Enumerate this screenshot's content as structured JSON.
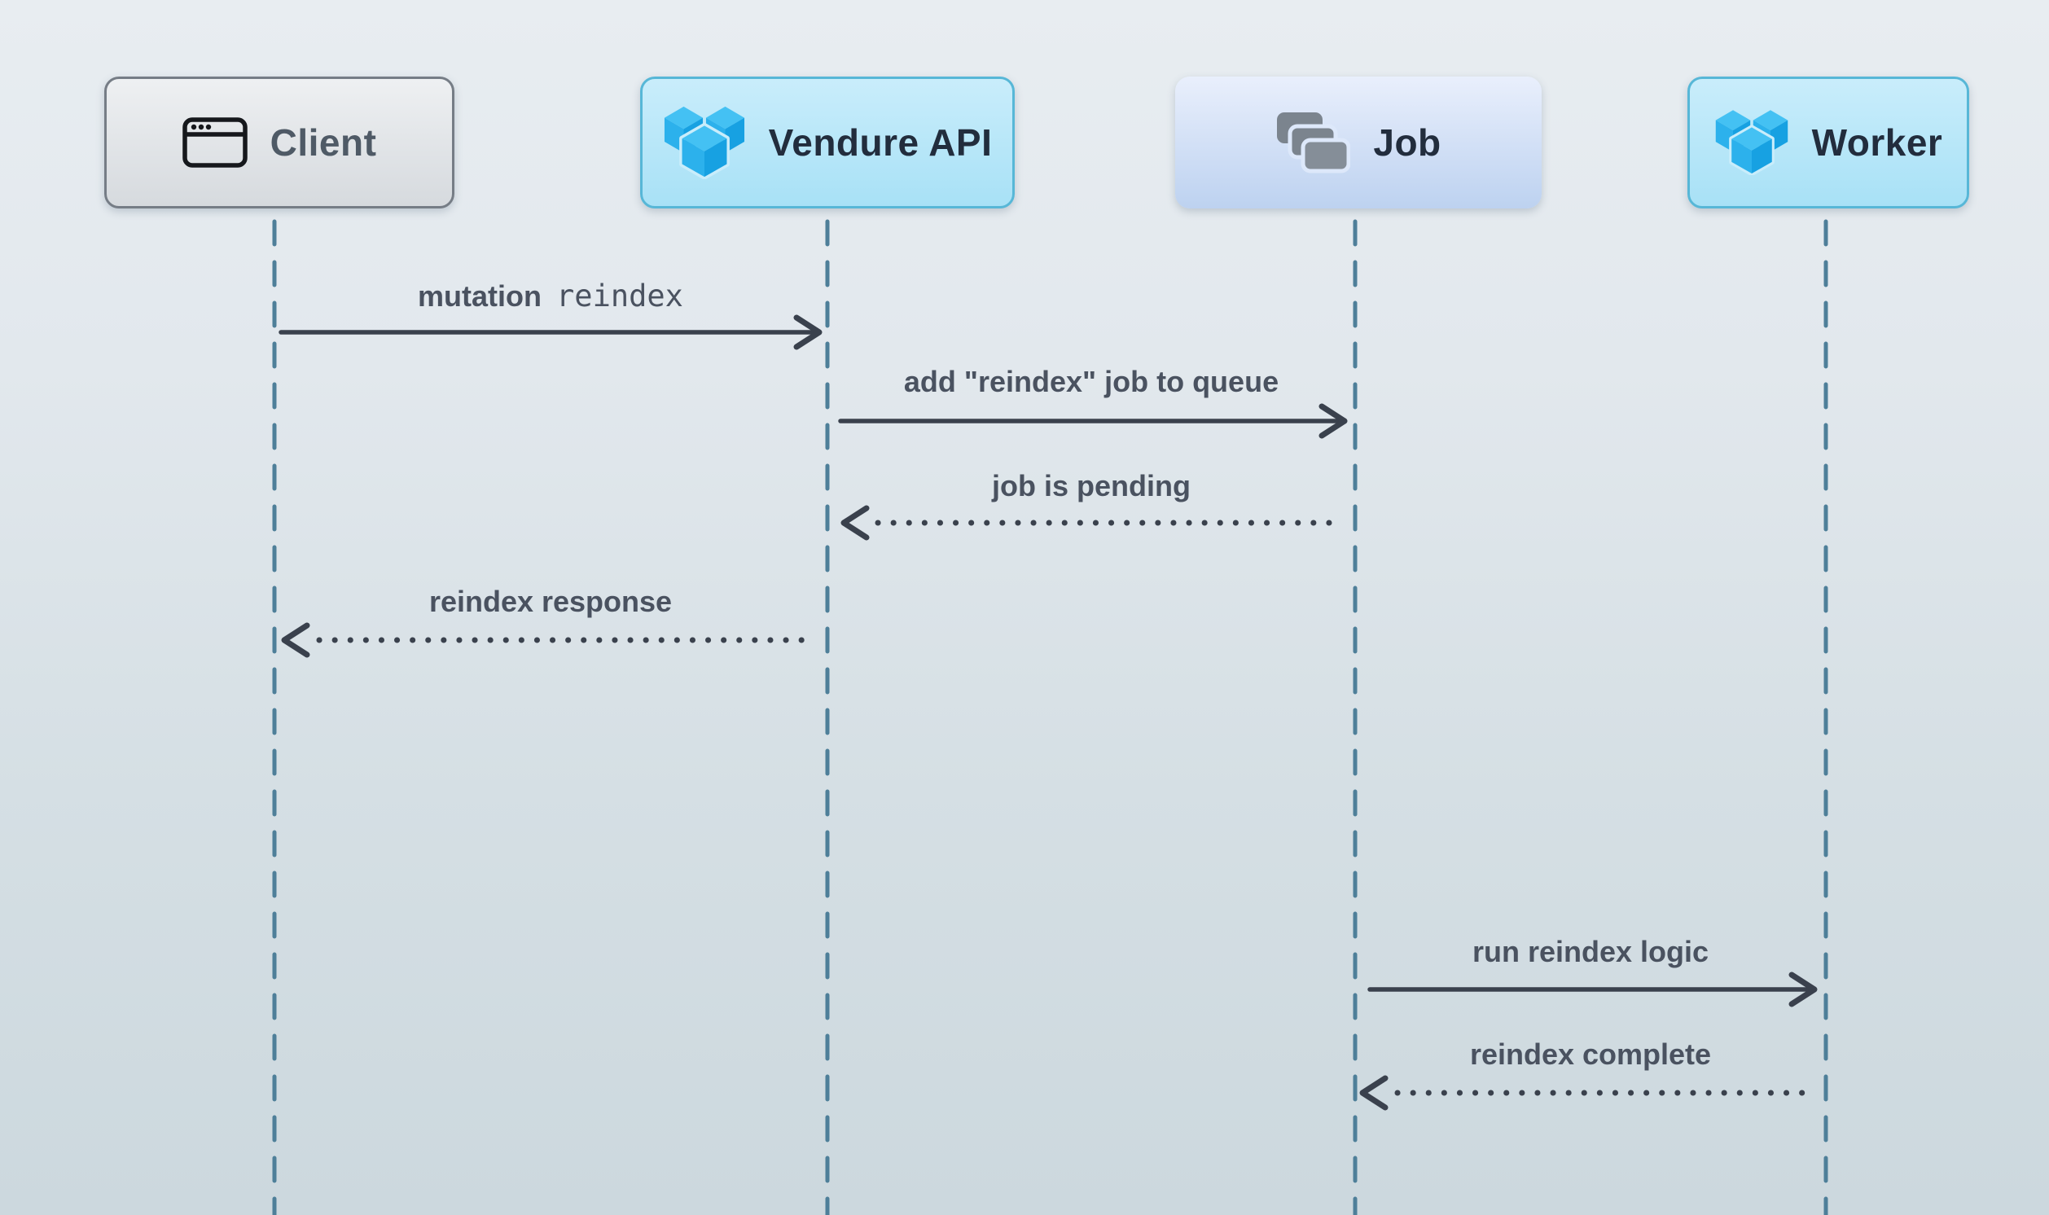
{
  "diagram": {
    "type": "sequence-diagram",
    "actors": [
      {
        "name": "Client",
        "icon": "browser-window-icon",
        "variant": "neutral"
      },
      {
        "name": "Vendure API",
        "icon": "vendure-logo-icon",
        "variant": "vendure"
      },
      {
        "name": "Job",
        "icon": "job-queue-icon",
        "variant": "job"
      },
      {
        "name": "Worker",
        "icon": "vendure-logo-icon",
        "variant": "vendure"
      }
    ],
    "messages": [
      {
        "from": "Client",
        "to": "Vendure API",
        "label": "mutation",
        "code": "reindex",
        "style": "solid"
      },
      {
        "from": "Vendure API",
        "to": "Job",
        "label": "add \"reindex\" job to queue",
        "style": "solid"
      },
      {
        "from": "Job",
        "to": "Vendure API",
        "label": "job is pending",
        "style": "dotted"
      },
      {
        "from": "Vendure API",
        "to": "Client",
        "label": "reindex response",
        "style": "dotted"
      },
      {
        "from": "Job",
        "to": "Worker",
        "label": "run reindex logic",
        "style": "solid"
      },
      {
        "from": "Worker",
        "to": "Job",
        "label": "reindex complete",
        "style": "dotted"
      }
    ],
    "colors": {
      "background_top": "#e8edf1",
      "background_bottom": "#ccd8de",
      "lifeline": "#4e7f99",
      "arrow": "#3a414d",
      "message_text": "#4a5260",
      "actor_text_dark": "#222d3d",
      "actor_text_neutral": "#4f5a66",
      "vendure_blue_top": "#44c1f3",
      "vendure_blue_side": "#17a1e2",
      "vendure_box_border": "#57b7d7",
      "job_icon_gray": "#7b848e"
    }
  }
}
